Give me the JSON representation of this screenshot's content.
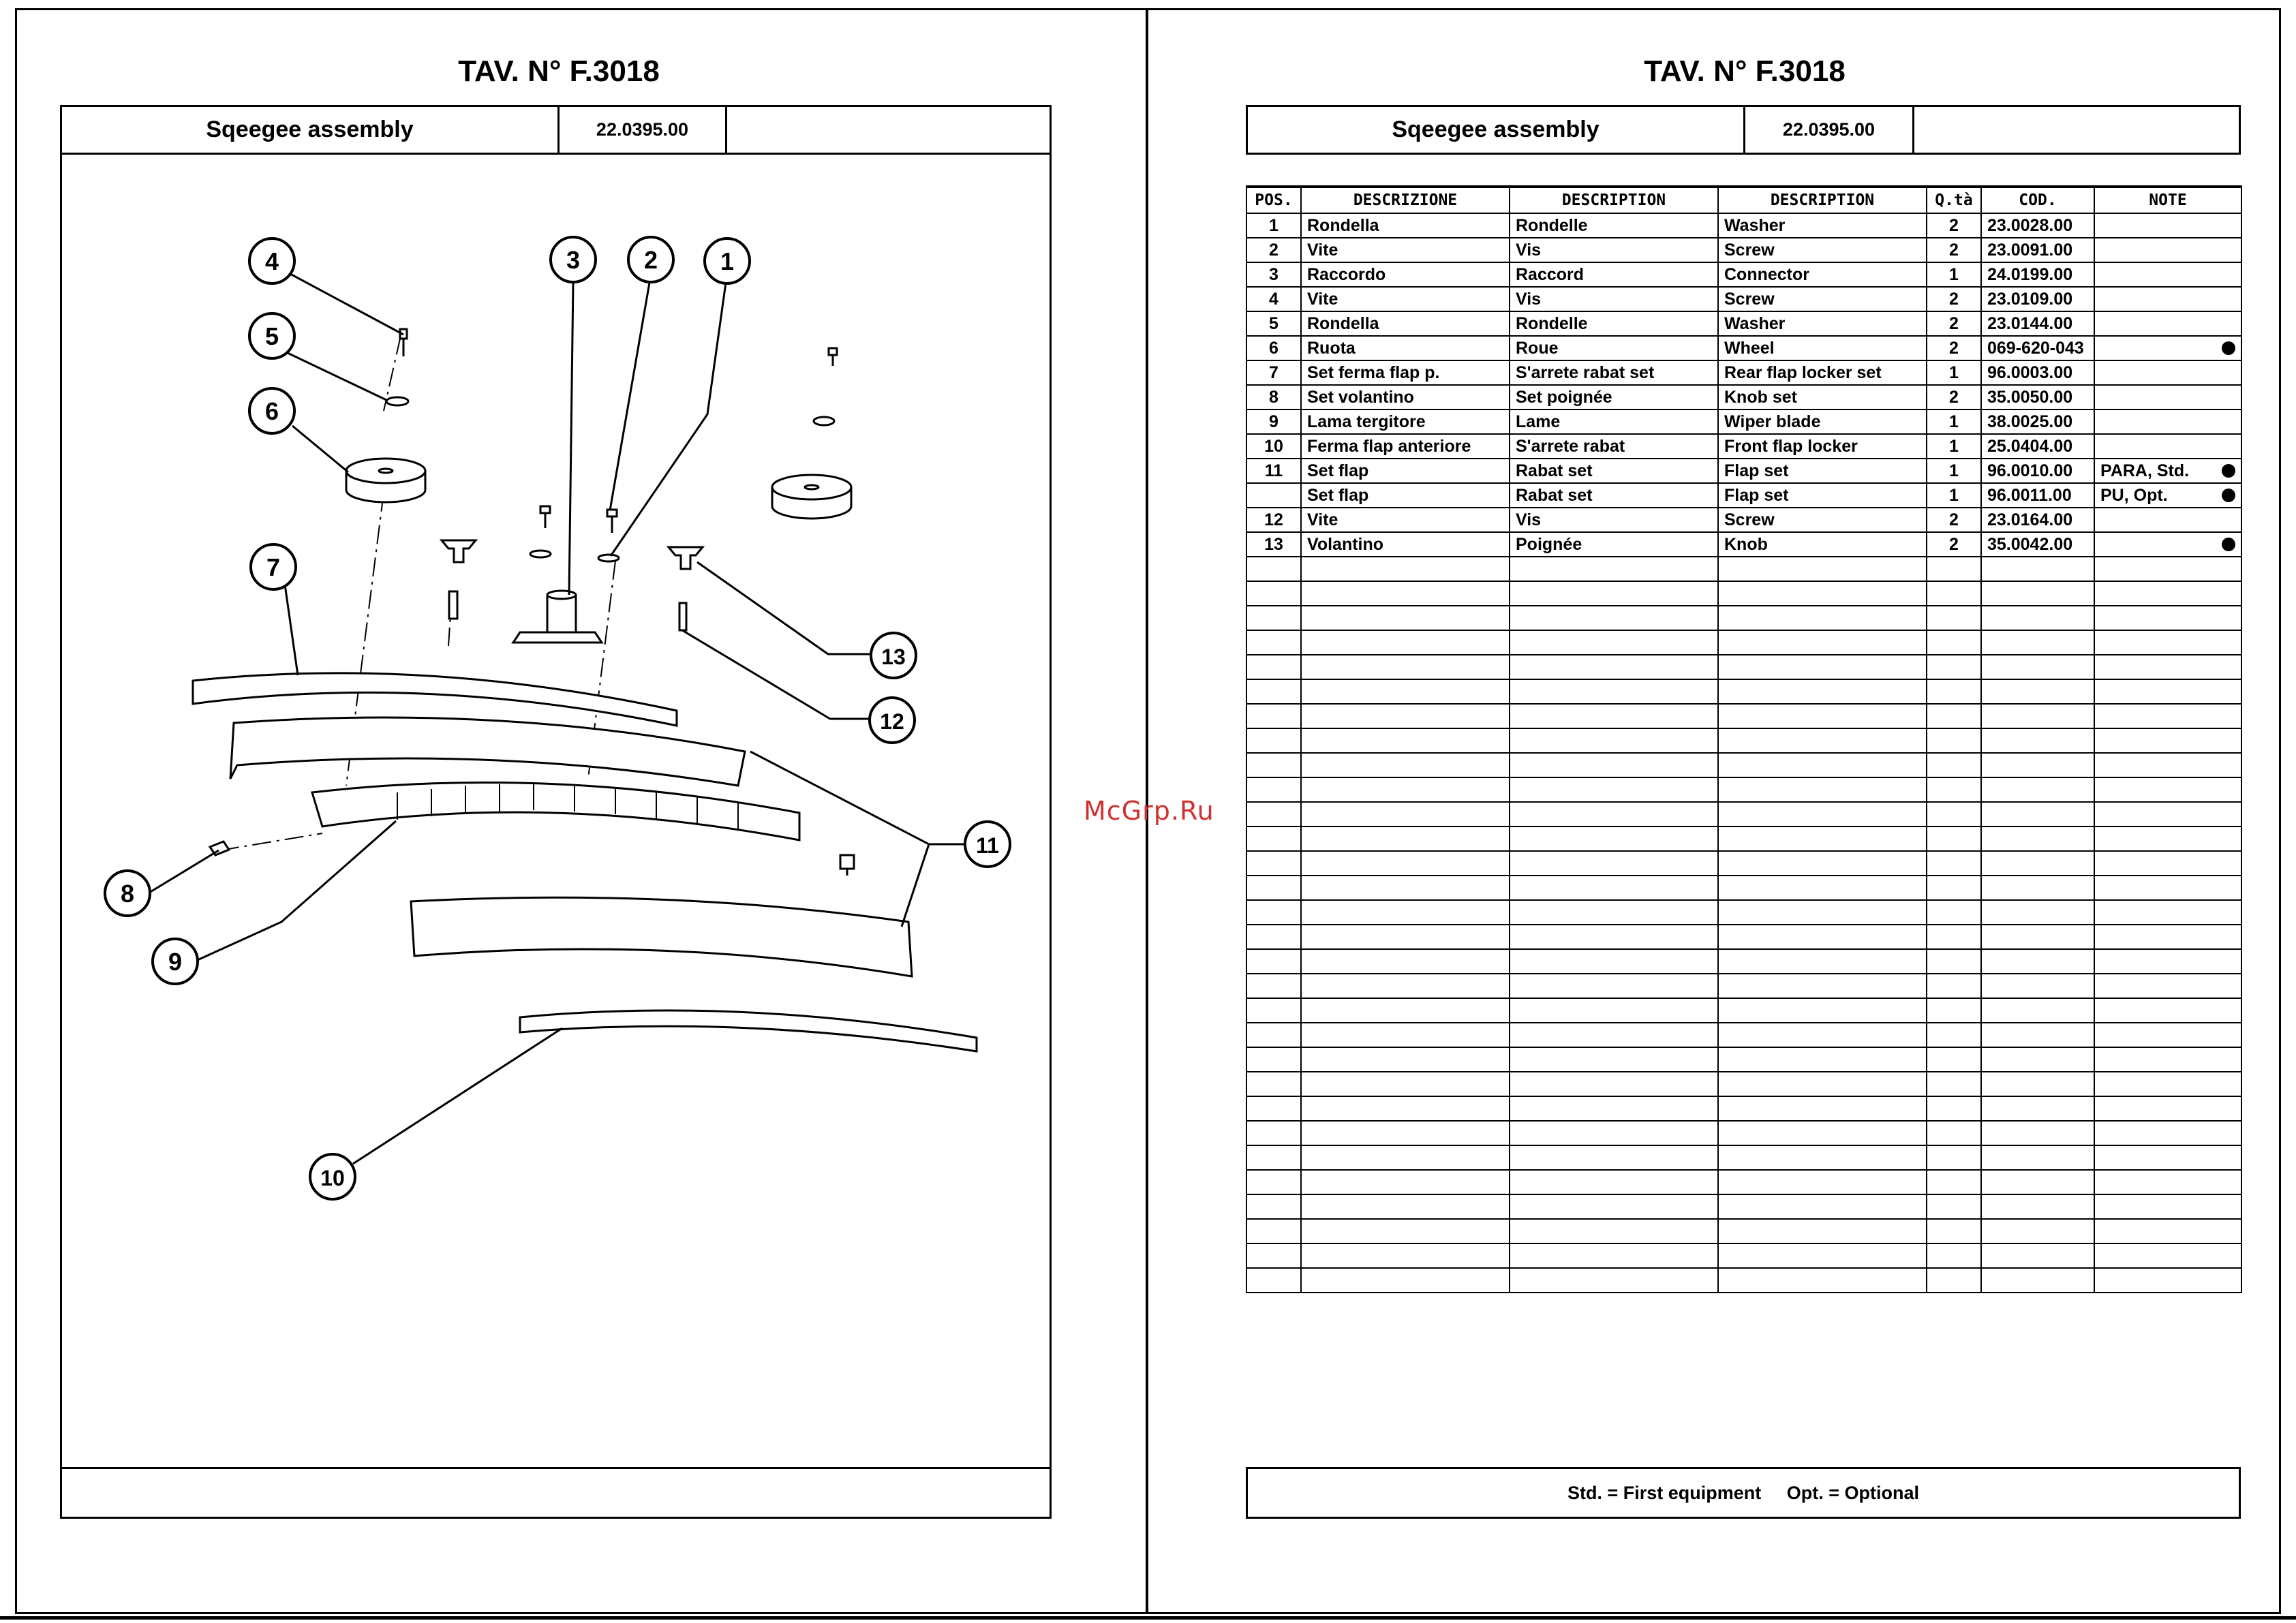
{
  "left_page": {
    "title": "TAV.  N° F.3018",
    "header": {
      "name": "Sqeegee assembly",
      "code": "22.0395.00",
      "extra": ""
    },
    "callouts": [
      "1",
      "2",
      "3",
      "4",
      "5",
      "6",
      "7",
      "8",
      "9",
      "10",
      "11",
      "12",
      "13"
    ]
  },
  "right_page": {
    "title": "TAV.  N° F.3018",
    "header": {
      "name": "Sqeegee assembly",
      "code": "22.0395.00",
      "extra": ""
    },
    "table": {
      "columns": [
        "POS.",
        "DESCRIZIONE",
        "DESCRIPTION",
        "DESCRIPTION",
        "Q.tà",
        "COD.",
        "NOTE"
      ],
      "rows": [
        {
          "pos": "1",
          "it": "Rondella",
          "fr": "Rondelle",
          "en": "Washer",
          "qty": "2",
          "cod": "23.0028.00",
          "note": "",
          "dot": false
        },
        {
          "pos": "2",
          "it": "Vite",
          "fr": "Vis",
          "en": "Screw",
          "qty": "2",
          "cod": "23.0091.00",
          "note": "",
          "dot": false
        },
        {
          "pos": "3",
          "it": "Raccordo",
          "fr": "Raccord",
          "en": "Connector",
          "qty": "1",
          "cod": "24.0199.00",
          "note": "",
          "dot": false
        },
        {
          "pos": "4",
          "it": "Vite",
          "fr": "Vis",
          "en": "Screw",
          "qty": "2",
          "cod": "23.0109.00",
          "note": "",
          "dot": false
        },
        {
          "pos": "5",
          "it": "Rondella",
          "fr": "Rondelle",
          "en": "Washer",
          "qty": "2",
          "cod": "23.0144.00",
          "note": "",
          "dot": false
        },
        {
          "pos": "6",
          "it": "Ruota",
          "fr": "Roue",
          "en": "Wheel",
          "qty": "2",
          "cod": "069-620-043",
          "note": "",
          "dot": true
        },
        {
          "pos": "7",
          "it": "Set ferma flap p.",
          "fr": "S'arrete rabat set",
          "en": "Rear flap locker set",
          "qty": "1",
          "cod": "96.0003.00",
          "note": "",
          "dot": false
        },
        {
          "pos": "8",
          "it": "Set volantino",
          "fr": "Set poignée",
          "en": "Knob set",
          "qty": "2",
          "cod": "35.0050.00",
          "note": "",
          "dot": false
        },
        {
          "pos": "9",
          "it": "Lama tergitore",
          "fr": "Lame",
          "en": "Wiper blade",
          "qty": "1",
          "cod": "38.0025.00",
          "note": "",
          "dot": false
        },
        {
          "pos": "10",
          "it": "Ferma flap anteriore",
          "fr": "S'arrete rabat",
          "en": "Front flap locker",
          "qty": "1",
          "cod": "25.0404.00",
          "note": "",
          "dot": false
        },
        {
          "pos": "11",
          "it": "Set flap",
          "fr": "Rabat set",
          "en": "Flap set",
          "qty": "1",
          "cod": "96.0010.00",
          "note": "PARA, Std.",
          "dot": true
        },
        {
          "pos": "",
          "it": "Set flap",
          "fr": "Rabat set",
          "en": "Flap set",
          "qty": "1",
          "cod": "96.0011.00",
          "note": "PU, Opt.",
          "dot": true
        },
        {
          "pos": "12",
          "it": "Vite",
          "fr": "Vis",
          "en": "Screw",
          "qty": "2",
          "cod": "23.0164.00",
          "note": "",
          "dot": false
        },
        {
          "pos": "13",
          "it": "Volantino",
          "fr": "Poignée",
          "en": "Knob",
          "qty": "2",
          "cod": "35.0042.00",
          "note": "",
          "dot": true
        }
      ]
    },
    "footer_note": "Std. = First equipment     Opt. = Optional"
  },
  "watermark": "McGrp.Ru"
}
